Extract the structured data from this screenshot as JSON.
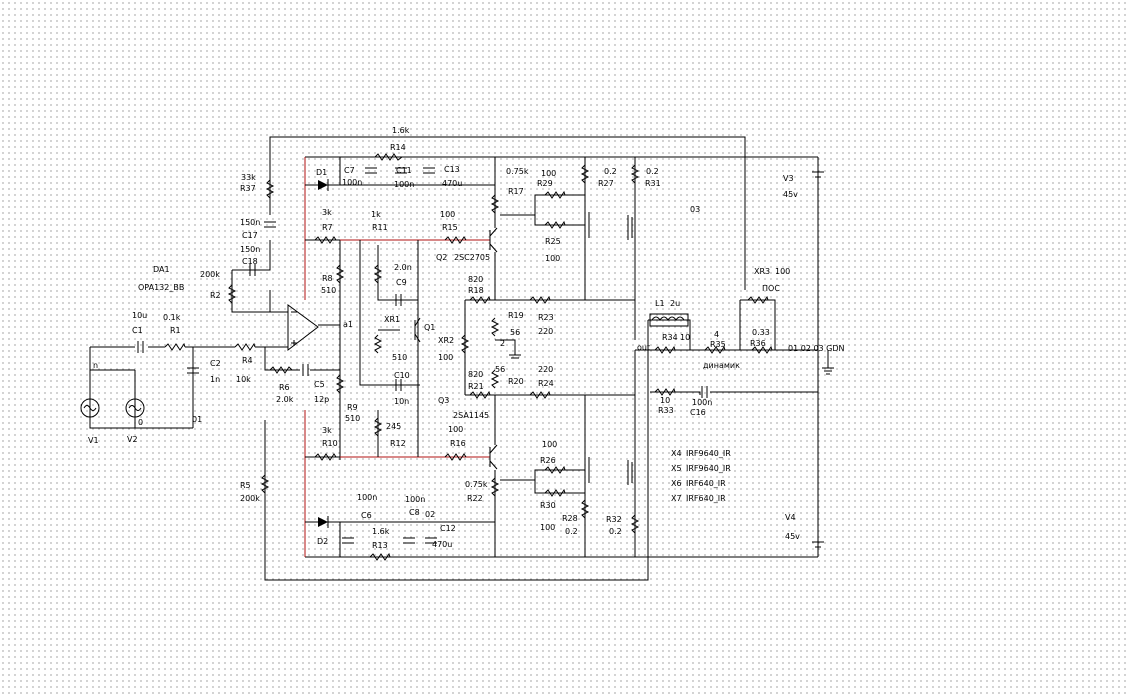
{
  "schematic": {
    "labels": {
      "r_1_6k": "1.6k",
      "R14": "R14",
      "C7": "C7",
      "C7v": "100n",
      "C11": "C11",
      "C11v": "100n",
      "C13": "C13",
      "C13v": "470u",
      "D1": "D1",
      "D2": "D2",
      "v_33k": "33k",
      "R37": "R37",
      "v_150n_a": "150n",
      "C17": "C17",
      "v_150n_b": "150n",
      "C18": "C18",
      "v_200k_a": "200k",
      "R2": "R2",
      "DA1": "DA1",
      "opamp": "OPA132_BB",
      "v_10u": "10u",
      "C1": "C1",
      "v_01k": "0.1k",
      "R1": "R1",
      "C2": "C2",
      "v_1n": "1n",
      "R4": "R4",
      "v_10k": "10k",
      "V1": "V1",
      "V2": "V2",
      "n": "n",
      "node0": "0",
      "node01": "01",
      "v_3k_a": "3k",
      "R7": "R7",
      "v_1k": "1k",
      "R11": "R11",
      "v_100_a": "100",
      "R15": "R15",
      "R8": "R8",
      "v_510_a": "510",
      "a1": "a1",
      "R6": "R6",
      "v_20k": "2.0k",
      "C5": "C5",
      "v_12p": "12p",
      "R9": "R9",
      "v_510_b": "510",
      "v_3k_b": "3k",
      "R10": "R10",
      "R12": "R12",
      "v_245": "245",
      "C9": "C9",
      "v_20n": "2.0n",
      "XR1": "XR1",
      "Q1": "Q1",
      "v_510_c": "510",
      "C10": "C10",
      "v_10n": "10n",
      "Q2": "Q2",
      "q2part": "2SC2705",
      "Q3": "Q3",
      "q3part": "2SA1145",
      "R16": "R16",
      "v_100_b": "100",
      "v_075k_a": "0.75k",
      "R17": "R17",
      "v_075k_b": "0.75k",
      "R22": "R22",
      "v_820_a": "820",
      "R18": "R18",
      "v_820_b": "820",
      "R21": "R21",
      "XR2": "XR2",
      "v_100_c": "100",
      "R19": "R19",
      "v_56_a": "56",
      "v_56_b": "56",
      "R20": "R20",
      "node2": "2",
      "R23": "R23",
      "v_220_a": "220",
      "v_220_b": "220",
      "R24": "R24",
      "v_100_d": "100",
      "R29": "R29",
      "R25": "R25",
      "v_100_e": "100",
      "v_02_a": "0.2",
      "R27": "R27",
      "v_02_b": "0.2",
      "R31": "R31",
      "v_100_f": "100",
      "R26": "R26",
      "R30": "R30",
      "v_100_g": "100",
      "R28": "R28",
      "v_02_c": "0.2",
      "R32": "R32",
      "v_02_d": "0.2",
      "C6": "C6",
      "v_100n_c6": "100n",
      "C8": "C8",
      "v_100n_c8": "100n",
      "R13": "R13",
      "v_16k_b": "1.6k",
      "C12": "C12",
      "v_470u_b": "470u",
      "node02": "02",
      "R5": "R5",
      "v_200k_b": "200k",
      "node03": "03",
      "L1": "L1",
      "v_2u": "2u",
      "R34": "R34",
      "v_10_a": "10",
      "v_4": "4",
      "R35": "R35",
      "dinamik": "динамик",
      "out": "out",
      "XR3": "XR3",
      "v_100_xr3": "100",
      "POS": "ПОС",
      "v_033": "0.33",
      "R36": "R36",
      "gdn": "01 02 03 GDN",
      "v_10_b": "10",
      "R33": "R33",
      "v_100n_c16": "100n",
      "C16": "C16",
      "V3": "V3",
      "v_45v_a": "45v",
      "V4": "V4",
      "v_45v_b": "45v",
      "X4": "X4",
      "X4p": "IRF9640_IR",
      "X5": "X5",
      "X5p": "IRF9640_IR",
      "X6": "X6",
      "X6p": "IRF640_IR",
      "X7": "X7",
      "X7p": "IRF640_IR"
    },
    "colors": {
      "wire": "#000000",
      "rail": "#b01010",
      "background": "#ffffff",
      "grid_dot": "#9a9a9a"
    }
  }
}
